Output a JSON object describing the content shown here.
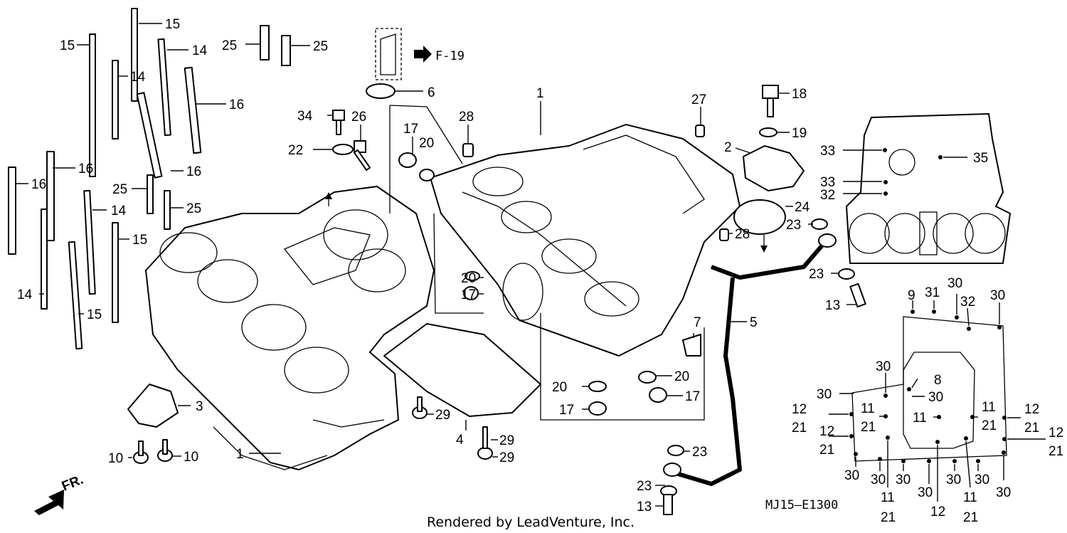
{
  "diagram": {
    "reference_arrow_label": "F-19",
    "front_label": "FR.",
    "diagram_code": "MJ15—E1300",
    "credit": "Rendered by LeadVenture, Inc.",
    "callouts": [
      {
        "id": "c15a",
        "label": "15"
      },
      {
        "id": "c15b",
        "label": "15"
      },
      {
        "id": "c14a",
        "label": "14"
      },
      {
        "id": "c14b",
        "label": "14"
      },
      {
        "id": "c16a",
        "label": "16"
      },
      {
        "id": "c16b",
        "label": "16"
      },
      {
        "id": "c16c",
        "label": "16"
      },
      {
        "id": "c16d",
        "label": "16"
      },
      {
        "id": "c25a",
        "label": "25"
      },
      {
        "id": "c25b",
        "label": "25"
      },
      {
        "id": "c25c",
        "label": "25"
      },
      {
        "id": "c25d",
        "label": "25"
      },
      {
        "id": "c14c",
        "label": "14"
      },
      {
        "id": "c15c",
        "label": "15"
      },
      {
        "id": "c14d",
        "label": "14"
      },
      {
        "id": "c15d",
        "label": "15"
      },
      {
        "id": "c6",
        "label": "6"
      },
      {
        "id": "c34",
        "label": "34"
      },
      {
        "id": "c26",
        "label": "26"
      },
      {
        "id": "c22",
        "label": "22"
      },
      {
        "id": "c17a",
        "label": "17"
      },
      {
        "id": "c20a",
        "label": "20"
      },
      {
        "id": "c28a",
        "label": "28"
      },
      {
        "id": "c1a",
        "label": "1"
      },
      {
        "id": "c27",
        "label": "27"
      },
      {
        "id": "c18",
        "label": "18"
      },
      {
        "id": "c19",
        "label": "19"
      },
      {
        "id": "c2",
        "label": "2"
      },
      {
        "id": "c24",
        "label": "24"
      },
      {
        "id": "c23a",
        "label": "23"
      },
      {
        "id": "c28b",
        "label": "28"
      },
      {
        "id": "c20b",
        "label": "20"
      },
      {
        "id": "c17b",
        "label": "17"
      },
      {
        "id": "c23b",
        "label": "23"
      },
      {
        "id": "c13a",
        "label": "13"
      },
      {
        "id": "c5",
        "label": "5"
      },
      {
        "id": "c7",
        "label": "7"
      },
      {
        "id": "c20c",
        "label": "20"
      },
      {
        "id": "c20d",
        "label": "20"
      },
      {
        "id": "c17c",
        "label": "17"
      },
      {
        "id": "c17d",
        "label": "17"
      },
      {
        "id": "c3",
        "label": "3"
      },
      {
        "id": "c29a",
        "label": "29"
      },
      {
        "id": "c4",
        "label": "4"
      },
      {
        "id": "c29b",
        "label": "29"
      },
      {
        "id": "c29c",
        "label": "29"
      },
      {
        "id": "c10a",
        "label": "10"
      },
      {
        "id": "c10b",
        "label": "10"
      },
      {
        "id": "c1b",
        "label": "1"
      },
      {
        "id": "c23c",
        "label": "23"
      },
      {
        "id": "c23d",
        "label": "23"
      },
      {
        "id": "c13b",
        "label": "13"
      },
      {
        "id": "c33a",
        "label": "33"
      },
      {
        "id": "c35",
        "label": "35"
      },
      {
        "id": "c33b",
        "label": "33"
      },
      {
        "id": "c32a",
        "label": "32"
      },
      {
        "id": "c9",
        "label": "9"
      },
      {
        "id": "c31",
        "label": "31"
      },
      {
        "id": "c30a",
        "label": "30"
      },
      {
        "id": "c32b",
        "label": "32"
      },
      {
        "id": "c30b",
        "label": "30"
      },
      {
        "id": "c30c",
        "label": "30"
      },
      {
        "id": "c8",
        "label": "8"
      },
      {
        "id": "c30d",
        "label": "30"
      },
      {
        "id": "c30e",
        "label": "30"
      },
      {
        "id": "c12a",
        "label": "12"
      },
      {
        "id": "c21a",
        "label": "21"
      },
      {
        "id": "c11a",
        "label": "11"
      },
      {
        "id": "c21b",
        "label": "21"
      },
      {
        "id": "c11b",
        "label": "11"
      },
      {
        "id": "c11c",
        "label": "11"
      },
      {
        "id": "c21c",
        "label": "21"
      },
      {
        "id": "c12b",
        "label": "12"
      },
      {
        "id": "c21d",
        "label": "21"
      },
      {
        "id": "c12c",
        "label": "12"
      },
      {
        "id": "c21e",
        "label": "21"
      },
      {
        "id": "c12d",
        "label": "12"
      },
      {
        "id": "c21f",
        "label": "21"
      },
      {
        "id": "c30f",
        "label": "30"
      },
      {
        "id": "c30g",
        "label": "30"
      },
      {
        "id": "c30h",
        "label": "30"
      },
      {
        "id": "c30i",
        "label": "30"
      },
      {
        "id": "c30j",
        "label": "30"
      },
      {
        "id": "c30k",
        "label": "30"
      },
      {
        "id": "c30l",
        "label": "30"
      },
      {
        "id": "c11d",
        "label": "11"
      },
      {
        "id": "c21g",
        "label": "21"
      },
      {
        "id": "c12e",
        "label": "12"
      },
      {
        "id": "c11e",
        "label": "11"
      },
      {
        "id": "c21h",
        "label": "21"
      }
    ]
  }
}
